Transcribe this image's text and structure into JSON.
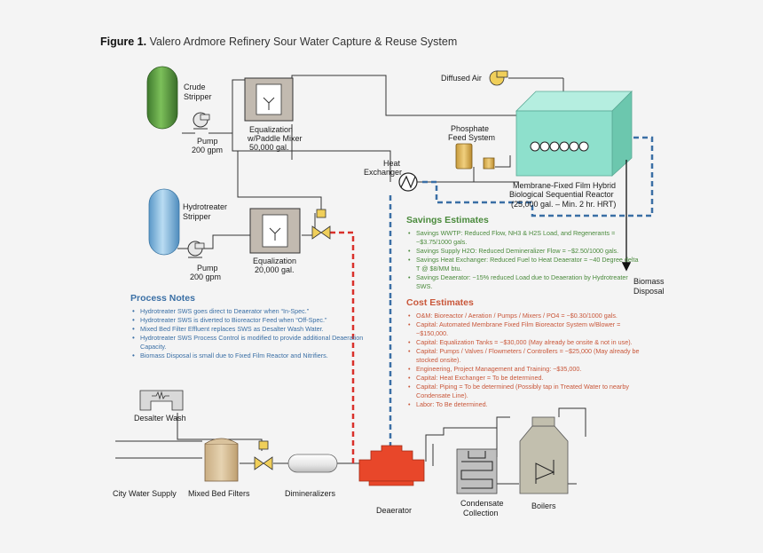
{
  "figure": {
    "label": "Figure 1.",
    "title": "Valero Ardmore Refinery Sour Water Capture & Reuse System"
  },
  "equipment": {
    "crude_stripper": [
      "Crude",
      "Stripper"
    ],
    "pump1": [
      "Pump",
      "200 gpm"
    ],
    "equalization1": [
      "Equalization",
      "w/Paddle Mixer",
      "50,000 gal."
    ],
    "hydrotreater_stripper": [
      "Hydrotreater",
      "Stripper"
    ],
    "pump2": [
      "Pump",
      "200 gpm"
    ],
    "equalization2": [
      "Equalization",
      "20,000 gal."
    ],
    "heat_exchanger": [
      "Heat",
      "Exchanger"
    ],
    "diffused_air": "Diffused Air",
    "phosphate_feed": [
      "Phosphate",
      "Feed System"
    ],
    "reactor": [
      "Membrane-Fixed Film Hybrid",
      "Biological Sequential Reactor",
      "(25,000 gal. – Min. 2 hr. HRT)"
    ],
    "biomass_disposal": [
      "Biomass",
      "Disposal"
    ],
    "desalter_wash": "Desalter Wash",
    "city_water": "City Water Supply",
    "mixed_bed": "Mixed Bed Filters",
    "demineralizers": "Dimineralizers",
    "deaerator": "Deaerator",
    "condensate": [
      "Condensate",
      "Collection"
    ],
    "boilers": "Boilers"
  },
  "process_notes": {
    "title": "Process Notes",
    "items": [
      "Hydrotreater SWS goes direct to Deaerator when “In-Spec.”",
      "Hydrotreater SWS is diverted to Bioreactor Feed when “Off-Spec.”",
      "Mixed Bed Filter Effluent replaces SWS as Desalter Wash Water.",
      "Hydrotreater SWS Process Control is modified to provide additional Deaeration Capacity.",
      "Biomass Disposal is small due to Fixed Film Reactor and Nitrifiers."
    ]
  },
  "savings": {
    "title": "Savings Estimates",
    "items": [
      "Savings WWTP: Reduced Flow, NH3 & H2S Load, and Regenerants = ~$3.75/1000 gals.",
      "Savings Supply H2O: Reduced Demineralizer Flow = ~$2.50/1000 gals.",
      "Savings Heat Exchanger: Reduced Fuel to Heat Deaerator = ~40 Degree delta T @ $8/MM btu.",
      "Savings Deaerator: ~15% reduced Load due to Deaeration by Hydrotreater SWS."
    ]
  },
  "costs": {
    "title": "Cost Estimates",
    "items": [
      "O&M: Bioreactor / Aeration / Pumps / Mixers / PO4 = ~$0.30/1000 gals.",
      "Capital: Automated Membrane Fixed Film Bioreactor System w/Blower = ~$150,000.",
      "Capital: Equalization Tanks = ~$30,000 (May already be onsite & not in use).",
      "Capital: Pumps / Valves / Flowmeters / Controllers = ~$25,000 (May already be stocked onsite).",
      "Engineering, Project Management and Training: ~$35,000.",
      "Capital: Heat Exchanger = To be determined.",
      "Capital: Piping = To be determined (Possibly tap in Treated Water to nearby Condensate Line).",
      "Labor: To Be determined."
    ]
  },
  "colors": {
    "notes": "#3a6fa5",
    "savings": "#4a8a3c",
    "costs": "#c9573a",
    "blue_dash": "#3a6fa5",
    "red_dash": "#d9302a",
    "reactor": "#8ee0cc",
    "deaerator": "#e8472a"
  }
}
